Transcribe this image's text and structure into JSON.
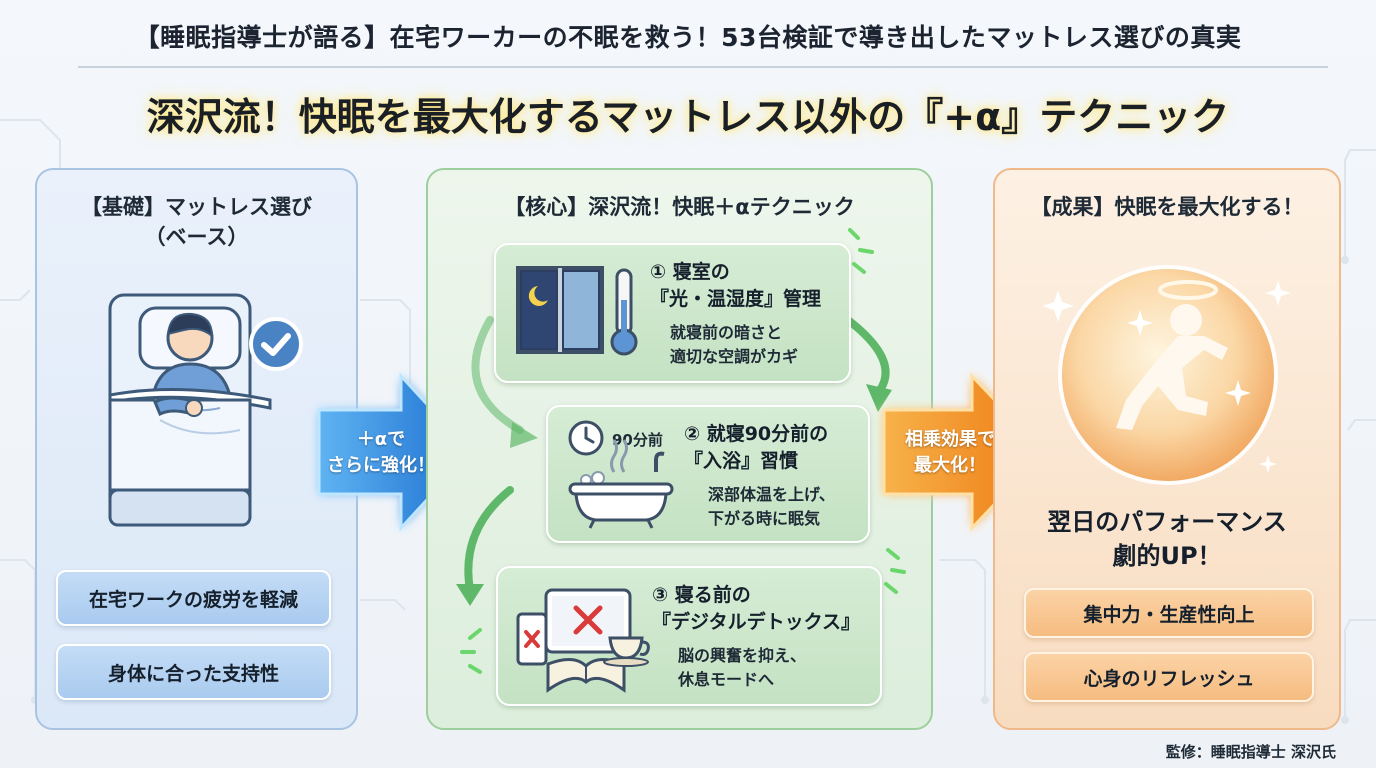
{
  "header": {
    "subtitle": "【睡眠指導士が語る】在宅ワーカーの不眠を救う！53台検証で導き出したマットレス選びの真実",
    "title": "深沢流！快眠を最大化するマットレス以外の『+α』テクニック"
  },
  "left_panel": {
    "heading": "【基礎】マットレス選び\n（ベース）",
    "pills": [
      "在宅ワークの疲労を軽減",
      "身体に合った支持性"
    ],
    "icons": [
      "person-sleeping-in-bed-icon",
      "checkmark-badge-icon"
    ]
  },
  "arrow_left": {
    "text": "＋αで\nさらに強化！"
  },
  "middle_panel": {
    "heading": "【核心】深沢流！快眠＋αテクニック",
    "cards": [
      {
        "title": "① 寝室の\n『光・温湿度』管理",
        "desc": "就寝前の暗さと\n適切な空調がカギ",
        "icon": "window-thermometer-icon"
      },
      {
        "title": "② 就寝90分前の\n『入浴』習慣",
        "desc": "深部体温を上げ、\n下がる時に眠気",
        "icon": "clock-bathtub-icon",
        "badge": "90分前"
      },
      {
        "title": "③ 寝る前の\n『デジタルデトックス』",
        "desc": "脳の興奮を抑え、\n休息モードへ",
        "icon": "devices-off-book-tea-icon"
      }
    ]
  },
  "arrow_right": {
    "text": "相乗効果で\n最大化！"
  },
  "right_panel": {
    "heading": "【成果】快眠を最大化する！",
    "result": "翌日のパフォーマンス\n劇的UP！",
    "pills": [
      "集中力・生産性向上",
      "心身のリフレッシュ"
    ],
    "icons": [
      "glowing-floating-person-orb-icon"
    ]
  },
  "footer": {
    "credit": "監修：睡眠指導士 深沢氏"
  },
  "colors": {
    "blue_panel": "#dbe8f7",
    "green_panel": "#ddeedd",
    "orange_panel": "#f8dcc0",
    "blue_arrow": "#2f8fe0",
    "orange_arrow": "#f08a1c"
  }
}
